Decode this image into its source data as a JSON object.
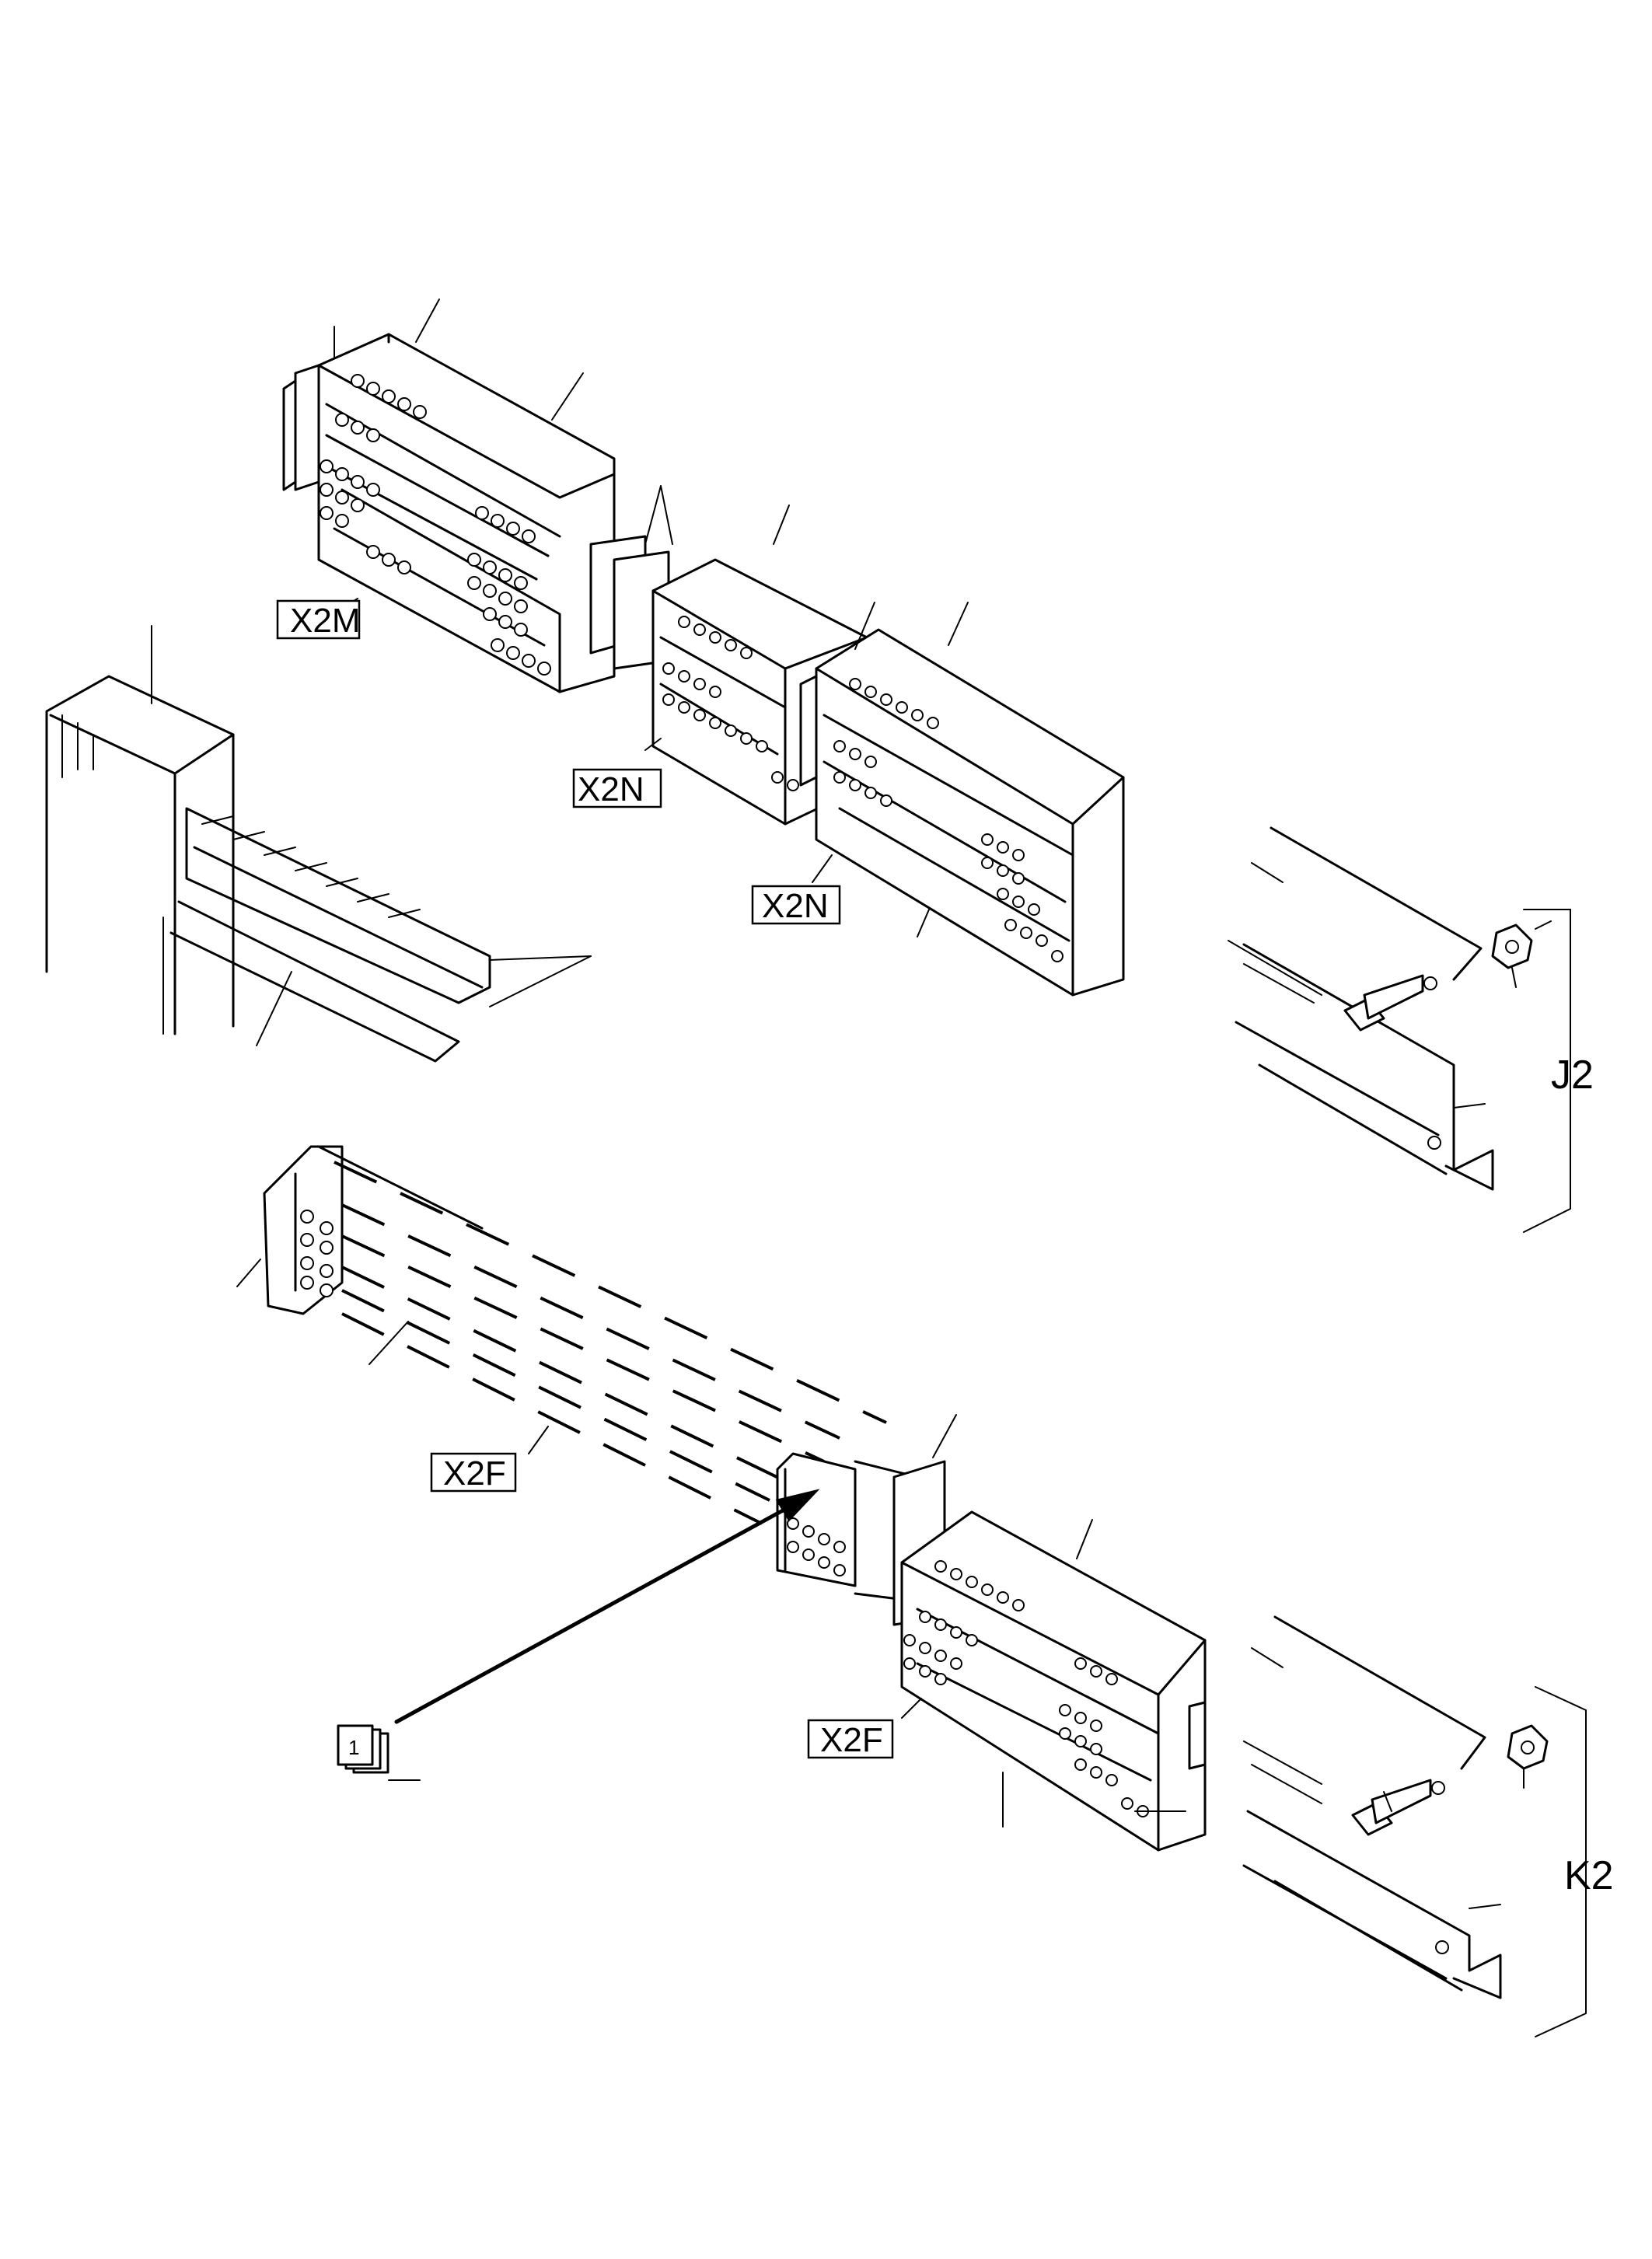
{
  "diagram": {
    "connector_labels": {
      "x2m": "X2M",
      "x2n_upper": "X2N",
      "x2n_lower": "X2N",
      "x2f_left": "X2F",
      "x2f_right": "X2F"
    },
    "assembly_labels": {
      "j2": "J2",
      "k2": "K2"
    },
    "kit_callout": "1"
  }
}
